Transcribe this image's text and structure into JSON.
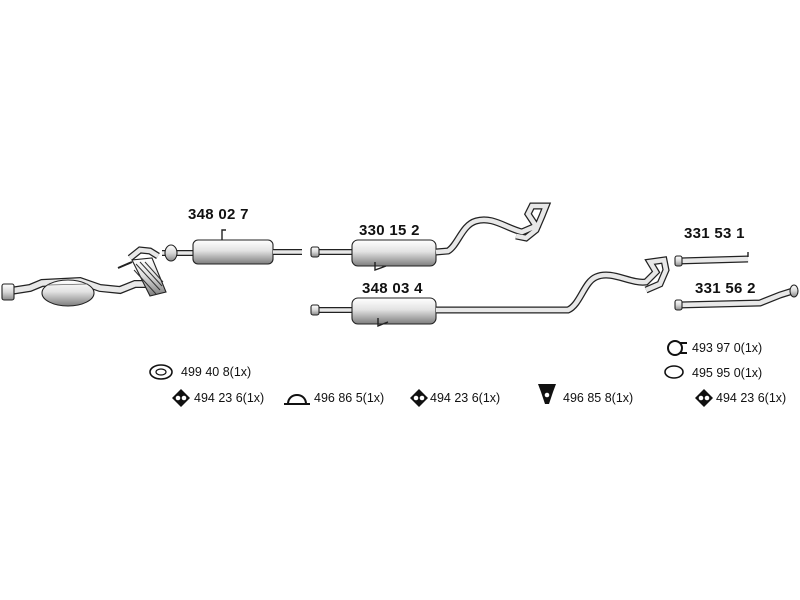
{
  "parts": {
    "p1": "348 02 7",
    "p2": "330 15 2",
    "p3": "348 03 4",
    "p4": "331 53 1",
    "p5": "331 56 2"
  },
  "accessories": {
    "a1": "499 40 8(1x)",
    "a2": "494 23 6(1x)",
    "a3": "496 86 5(1x)",
    "a4": "494 23 6(1x)",
    "a5": "496 85 8(1x)",
    "a6": "493 97 0(1x)",
    "a7": "495 95 0(1x)",
    "a8": "494 23 6(1x)"
  },
  "icons": [
    "gasket-oval-icon",
    "rubber-mount-icon",
    "clamp-ring-icon",
    "rubber-mount-icon",
    "hanger-bracket-icon",
    "u-clamp-icon",
    "sealing-ring-icon",
    "rubber-mount-icon"
  ]
}
